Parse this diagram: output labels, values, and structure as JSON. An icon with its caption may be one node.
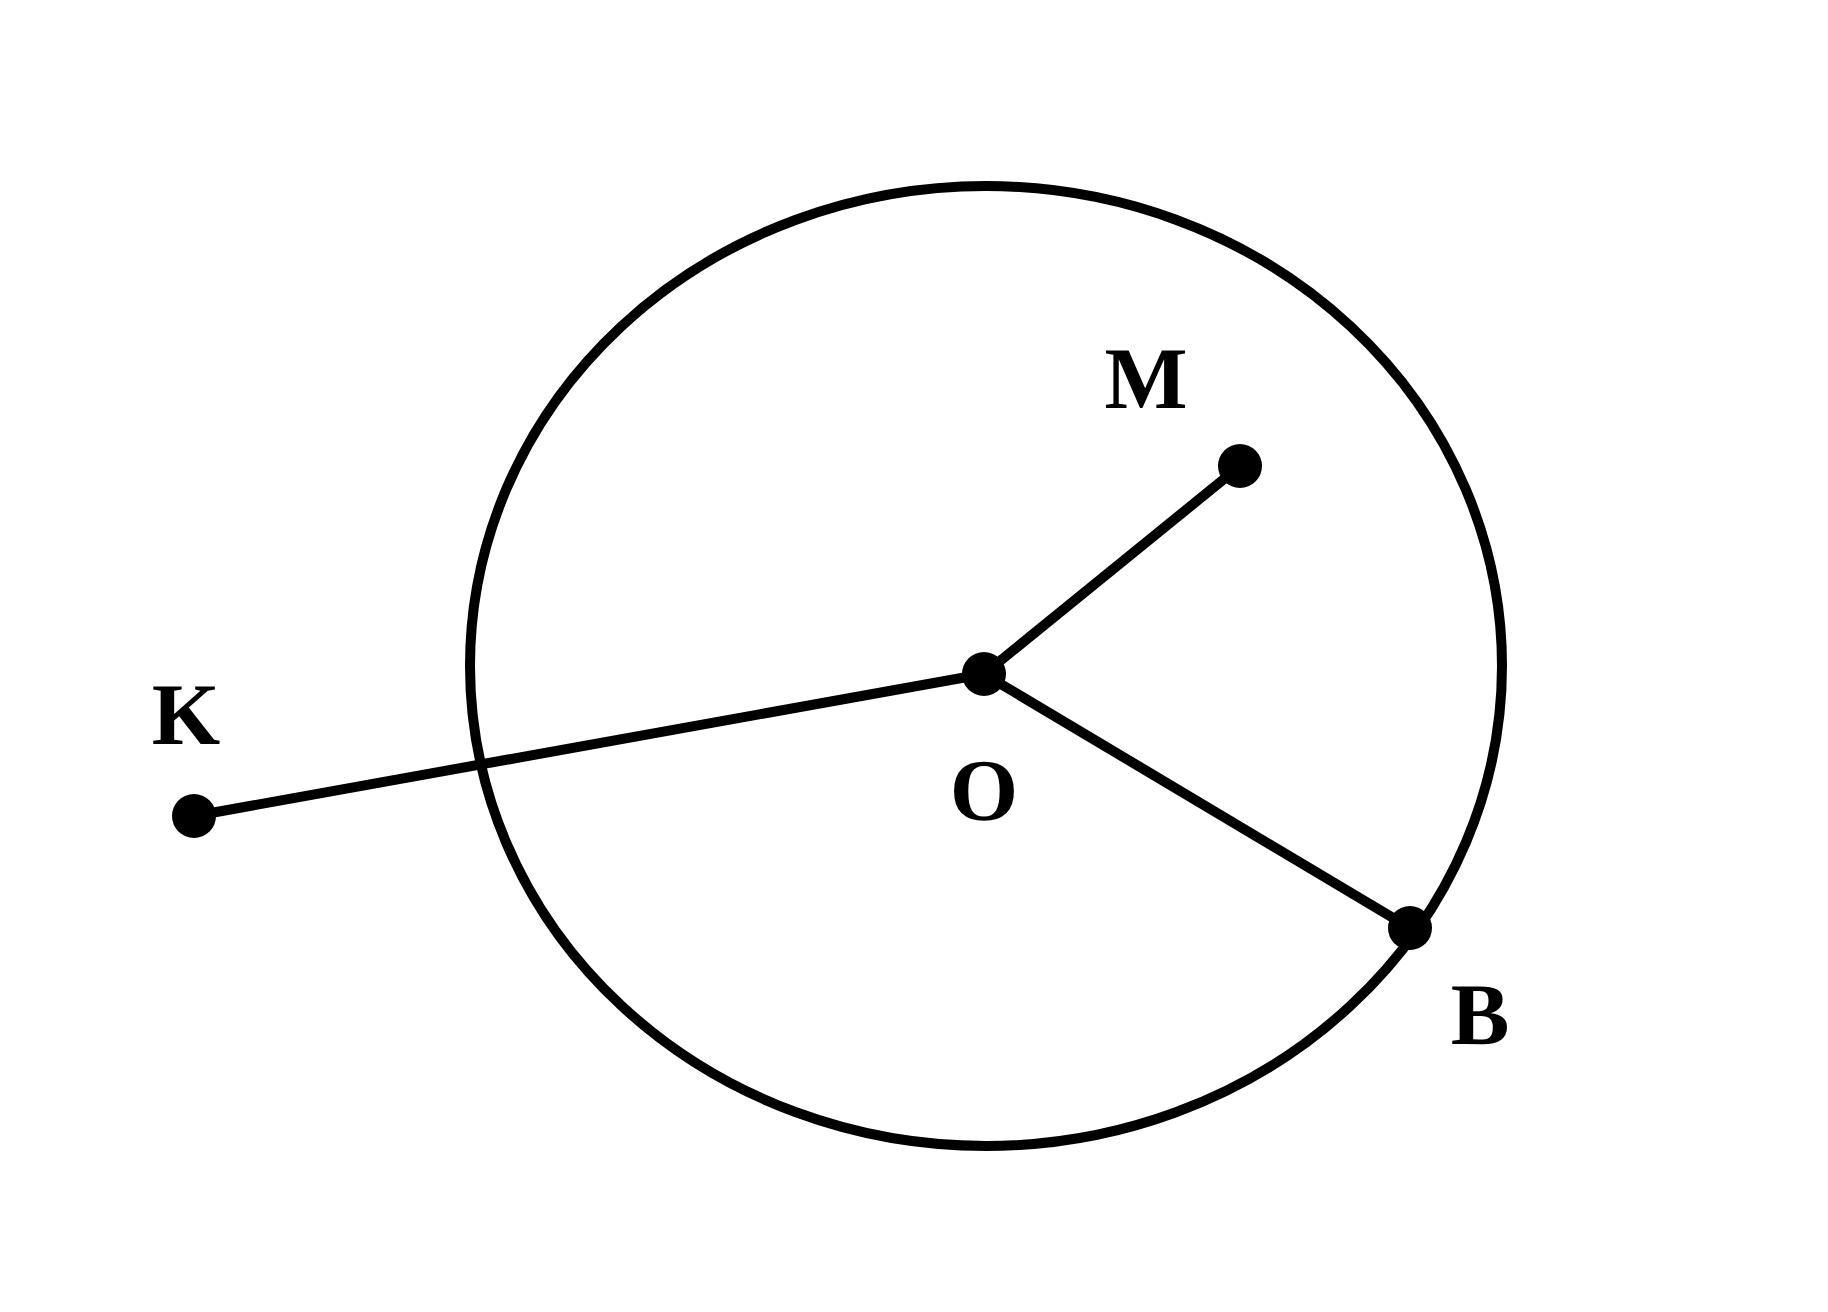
{
  "diagram": {
    "nodes": [
      {
        "text": [
          "M"
        ]
      },
      {
        "text": [
          "K"
        ]
      },
      {
        "text": [
          "O"
        ]
      },
      {
        "text": [
          "B"
        ]
      }
    ],
    "edges": [
      {
        "from": 1,
        "to": 2,
        "arrow": "none"
      },
      {
        "from": 2,
        "to": 0,
        "arrow": "none"
      },
      {
        "from": 2,
        "to": 3,
        "arrow": "none"
      }
    ]
  }
}
